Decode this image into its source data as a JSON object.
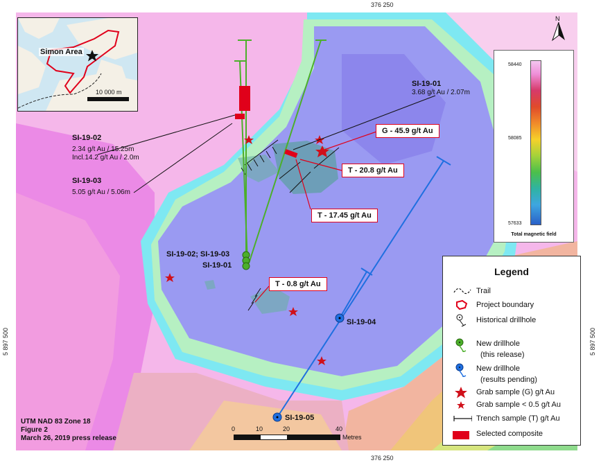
{
  "coords": {
    "top_easting": "376 250",
    "bottom_easting": "376 250",
    "left_northing": "5 897 500",
    "right_northing": "5 897 500"
  },
  "inset": {
    "area_label": "Simon Area",
    "scale_label": "10 000 m"
  },
  "north_arrow": "N",
  "drillholes": {
    "si1902_title": "SI-19-02",
    "si1902_line1": "2.34 g/t Au / 15.25m",
    "si1902_line2": "Incl.14.2 g/t Au / 2.0m",
    "si1903_title": "SI-19-03",
    "si1903_line1": "5.05 g/t Au / 5.06m",
    "si1901_title": "SI-19-01",
    "si1901_line1": "3.68 g/t Au / 2.07m",
    "collar_label_a": "SI-19-02; SI-19-03",
    "collar_label_b": "SI-19-01",
    "si1904": "SI-19-04",
    "si1905": "SI-19-05"
  },
  "samples": {
    "g": "G - 45.9 g/t Au",
    "t1": "T - 20.8 g/t Au",
    "t2": "T - 17.45 g/t Au",
    "t3": "T - 0.8 g/t Au"
  },
  "color_scale": {
    "max": "58440",
    "mid": "58085",
    "min": "57633",
    "title": "Total magnetic field"
  },
  "legend": {
    "title": "Legend",
    "trail": "Trail",
    "project_boundary": "Project boundary",
    "historical": "Historical drillhole",
    "new_release_1": "New drillhole",
    "new_release_2": "(this release)",
    "new_pending_1": "New drillhole",
    "new_pending_2": "(results pending)",
    "grab_g": "Grab sample (G) g/t Au",
    "grab_small": "Grab sample < 0.5 g/t Au",
    "trench": "Trench sample (T) g/t Au",
    "composite": "Selected composite"
  },
  "footer": {
    "line1": "UTM NAD 83 Zone 18",
    "line2": "Figure 2",
    "line3": "March 26, 2019 press release"
  },
  "scalebar": {
    "t0": "0",
    "t10": "10",
    "t20": "20",
    "t40": "40",
    "unit": "Metres"
  },
  "colors": {
    "pink": "#f7c3ea",
    "magenta": "#ee82ee",
    "violet": "#d9a2f2",
    "blue_lavender": "#8e8ef0",
    "cyan": "#9ff2f5",
    "green_drill": "#4caf2a",
    "blue_drill": "#1f6fe0",
    "red": "#e0001a"
  }
}
